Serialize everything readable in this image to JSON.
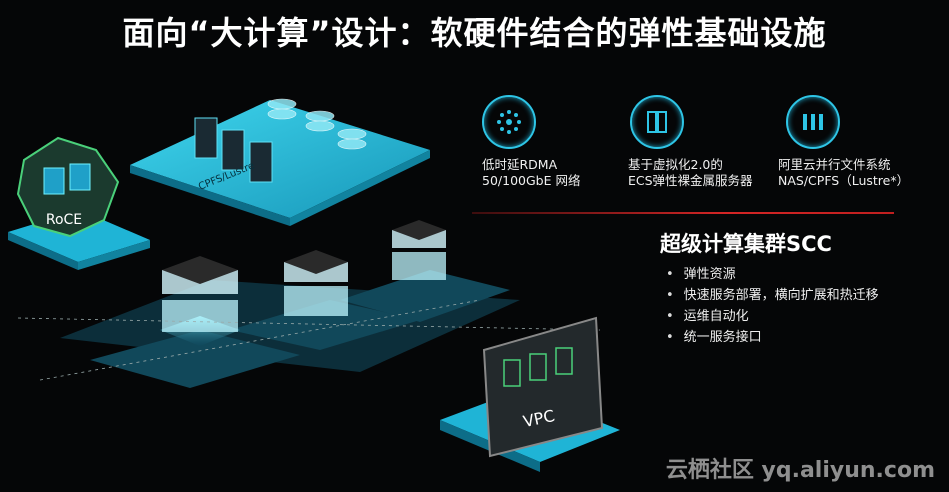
{
  "title": "面向“大计算”设计：软硬件结合的弹性基础设施",
  "scene_labels": {
    "roce": "RoCE",
    "cpfs": "CPFS/Lustre",
    "vpc": "VPC"
  },
  "features": [
    {
      "icon": "network-hub-icon",
      "line1": "低时延RDMA",
      "line2": "50/100GbE 网络"
    },
    {
      "icon": "server-rack-icon",
      "line1": "基于虚拟化2.0的",
      "line2": "ECS弹性裸金属服务器"
    },
    {
      "icon": "parallel-storage-icon",
      "line1": "阿里云并行文件系统",
      "line2": "NAS/CPFS（Lustre*）"
    }
  ],
  "scc": {
    "title": "超级计算集群SCC",
    "items": [
      "弹性资源",
      "快速服务部署，横向扩展和热迁移",
      "运维自动化",
      "统一服务接口"
    ]
  },
  "watermark": "云栖社区 yq.aliyun.com",
  "colors": {
    "accent": "#2ec5e6",
    "divider": "#d42525",
    "background": "#050607"
  }
}
